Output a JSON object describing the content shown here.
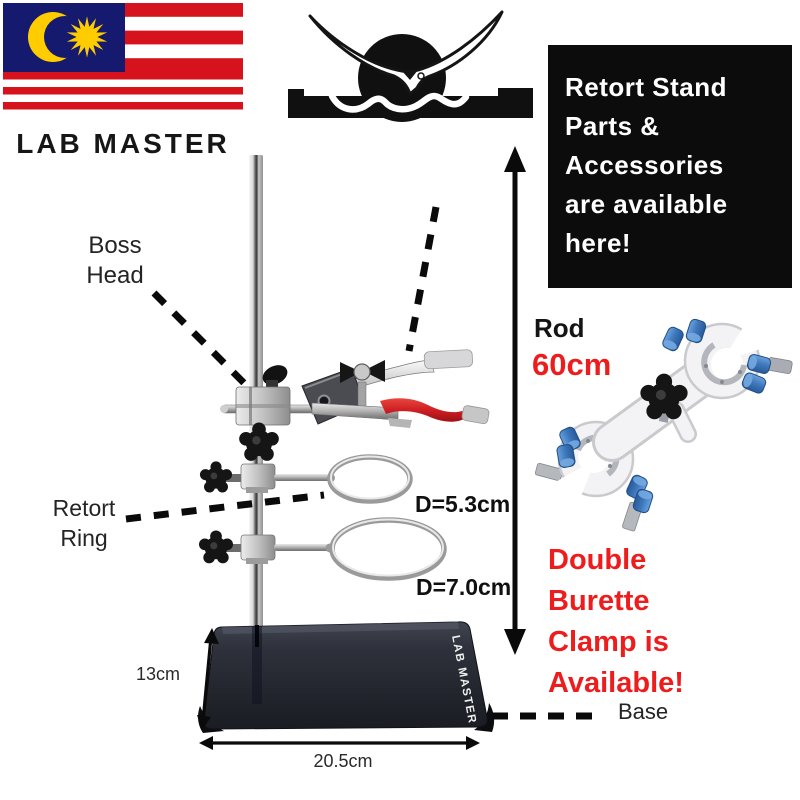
{
  "brand": {
    "name": "LAB MASTER"
  },
  "logos": {
    "flag_icon": "malaysia-flag",
    "bird_icon": "seagull-sun-waves-logo"
  },
  "promo_box": {
    "lines": [
      "Retort Stand",
      "Parts &",
      "Accessories",
      "are available",
      "here!"
    ],
    "bg": "#0c0c0c",
    "fg": "#ffffff"
  },
  "rod": {
    "label": "Rod",
    "value": "60cm",
    "value_color": "#ee1d1d"
  },
  "clamp_note": {
    "lines": [
      "Double",
      "Burette",
      "Clamp is",
      "Available!"
    ],
    "color": "#ee1d1d"
  },
  "annotations": {
    "boss_head": {
      "lines": [
        "Boss",
        "Head"
      ]
    },
    "retort_ring": {
      "lines": [
        "Retort",
        "Ring"
      ]
    },
    "ring_small_diameter": "D=5.3cm",
    "ring_large_diameter": "D=7.0cm",
    "base_depth": "13cm",
    "base_width": "20.5cm",
    "base_label": "Base"
  },
  "stand": {
    "base_brand": "LAB MASTER"
  },
  "colors": {
    "accent_red": "#ee1d1d",
    "base_dark": "#23252e",
    "knob_blue": "#3d77bb",
    "clamp_red": "#cf1f22",
    "flag_red": "#d6131c",
    "flag_blue": "#161a6e",
    "flag_yellow": "#ffcc00"
  }
}
